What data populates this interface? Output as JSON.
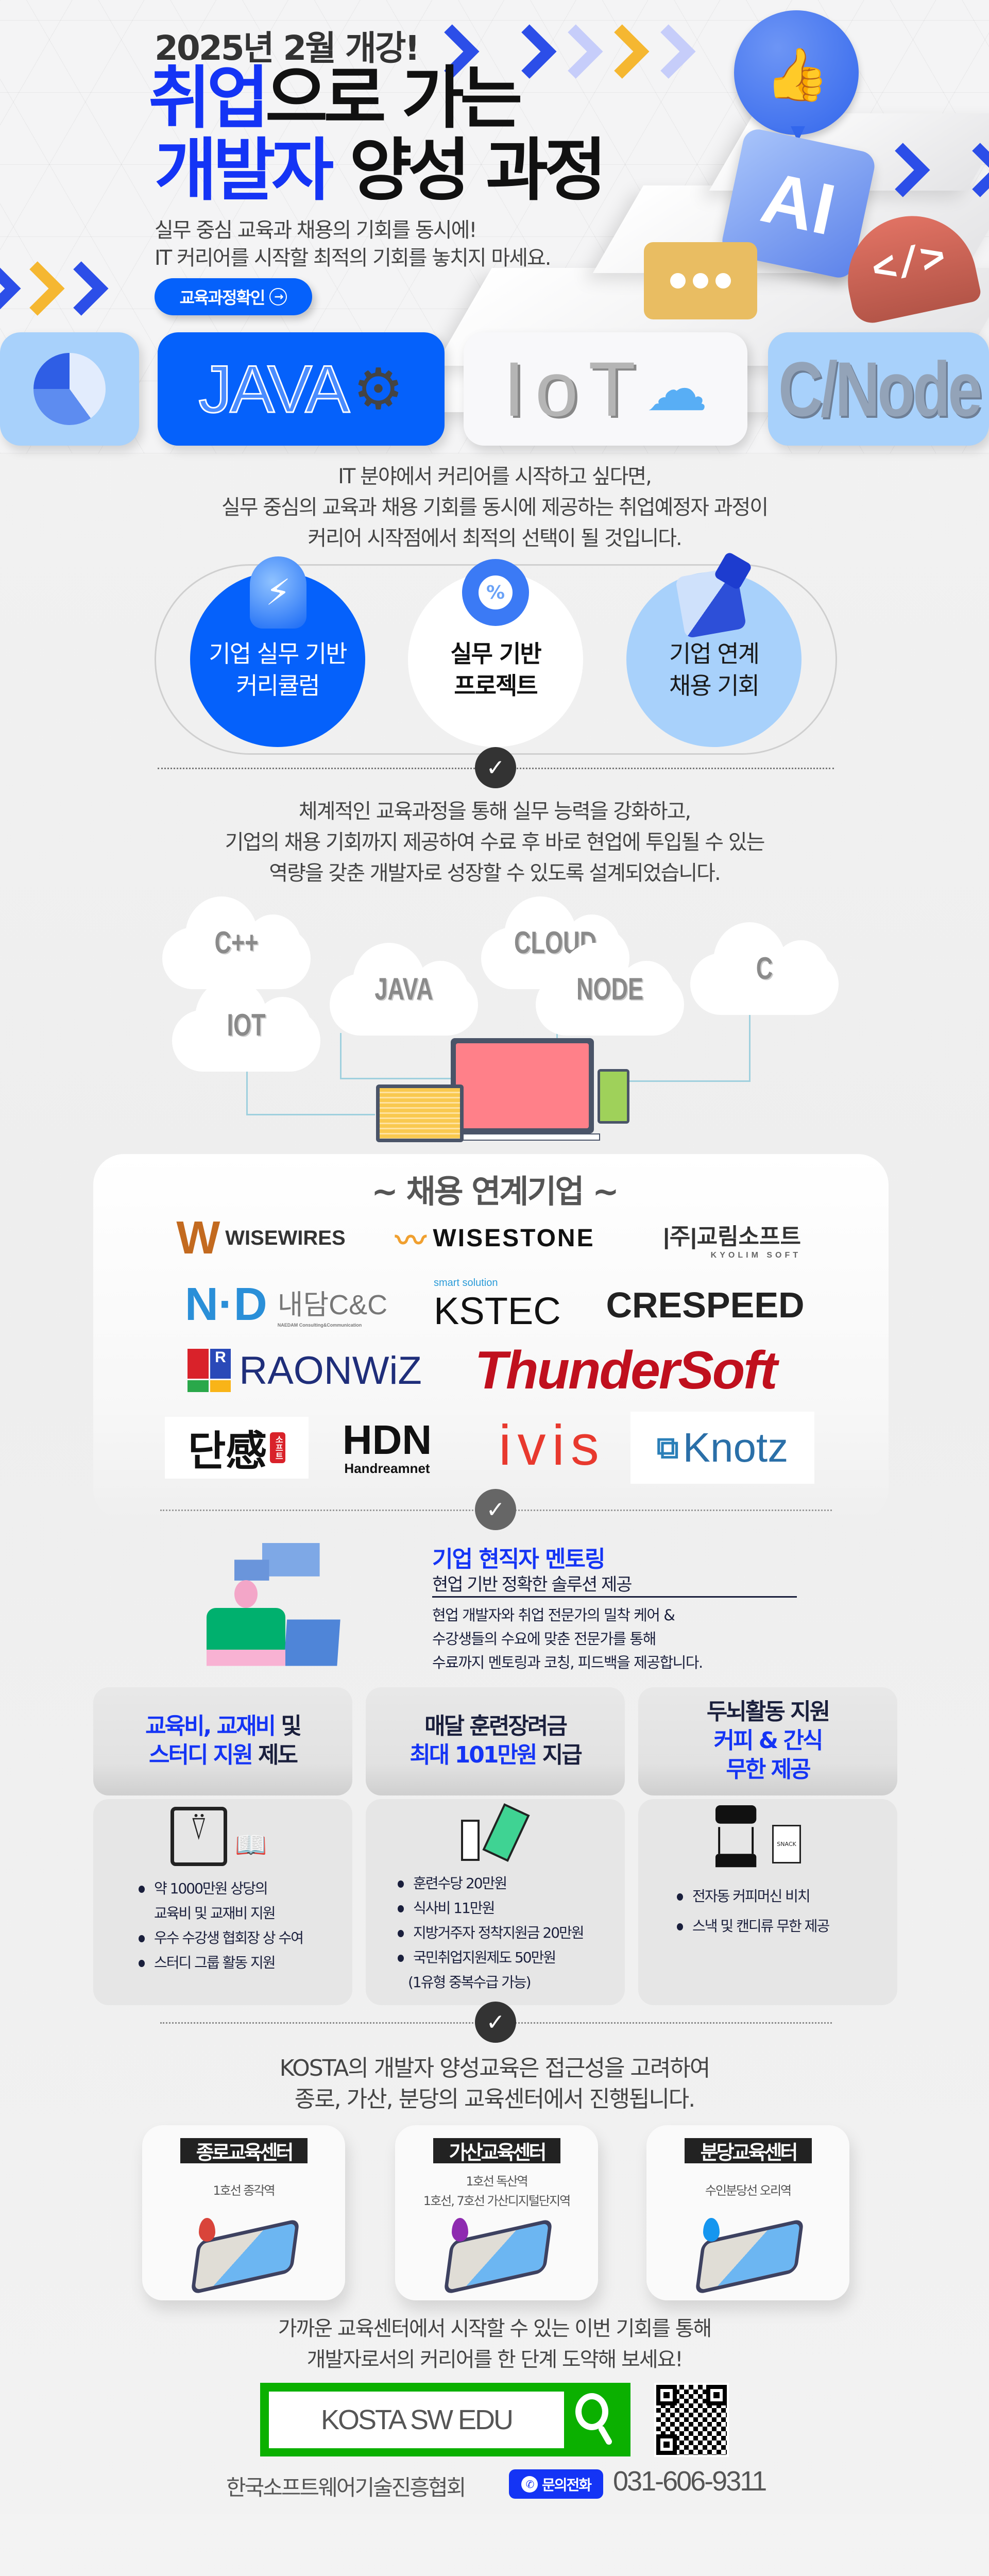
{
  "hero": {
    "date_label": "2025년 2월 개강!",
    "title_line1_highlight": "취업",
    "title_line1_rest": "으로 가는",
    "title_line2_highlight": "개발자",
    "title_line2_rest": " 양성 과정",
    "subtitle": [
      "실무 중심 교육과 채용의 기회를 동시에!",
      "IT 커리어를 시작할 최적의 기회를 놓치지 마세요."
    ],
    "cta_label": "교육과정확인",
    "cta_icon": "arrow-right-circle-icon",
    "ai_badge": "AI",
    "code_symbol": "</>",
    "colors": {
      "blue": "#0561fb",
      "accent": "#1434f5",
      "yellow": "#f5b731",
      "light_blue": "#a8d1fb",
      "code_red": "#e07263",
      "chat_yellow": "#e9bd62"
    }
  },
  "tech_cards": [
    {
      "label": "",
      "icon": "pie-chart-icon"
    },
    {
      "label": "JAVA",
      "icon": "gear-bulb-icon"
    },
    {
      "label": "IoT",
      "icon": "cloud-icon"
    },
    {
      "label": "C/Node",
      "icon": ""
    }
  ],
  "intro": {
    "lines": [
      "IT 분야에서 커리어를 시작하고 싶다면,",
      "실무 중심의 교육과 채용 기회를 동시에 제공하는 취업예정자 과정이",
      "커리어 시작점에서 최적의 선택이 될 것입니다."
    ],
    "features": [
      {
        "line1": "기업 실무 기반",
        "line2": "커리큘럼",
        "icon": "lightbulb-icon"
      },
      {
        "line1": "실무 기반",
        "line2": "프로젝트",
        "icon": "percent-donut-icon"
      },
      {
        "line1": "기업 연계",
        "line2": "채용 기회",
        "icon": "puzzle-icon"
      }
    ]
  },
  "goal": {
    "lines": [
      "체계적인 교육과정을 통해 실무 능력을 강화하고,",
      "기업의 채용 기회까지 제공하여 수료 후 바로 현업에 투입될 수 있는",
      "역량을 갖춘 개발자로 성장할 수 있도록 설계되었습니다."
    ]
  },
  "clouds": [
    "C++",
    "CLOUD",
    "JAVA",
    "NODE",
    "C",
    "IOT"
  ],
  "partners": {
    "title": "~ 채용 연계기업 ~",
    "logos": {
      "wisewires": "WISEWIRES",
      "wisestone": "WISESTONE",
      "kyolim": "|주|교림소프트",
      "kyolim_en": "KYOLIM SOFT",
      "nd": "N·D",
      "naedam": "내담C&C",
      "naedam_en": "NAEDAM Consulting&Communication",
      "kstec_tag": "smart solution",
      "kstec": "KSTEC",
      "crespeed": "CRESPEED",
      "raonwiz_r": "R",
      "raonwiz": "RAONWiZ",
      "thundersoft": "ThunderSoft",
      "dangam": "단感",
      "dangam_sub": "소프트",
      "hdn": "HDN",
      "hdn_sub": "Handreamnet",
      "ivis": "ivis",
      "knotz": "Knotz"
    }
  },
  "mentoring": {
    "title": "기업 현직자 멘토링",
    "subtitle": "현업 기반 정확한 솔루션 제공",
    "body": [
      "현업 개발자와 취업 전문가의 밀착 케어 &",
      "수강생들의 수요에 맞춘 전문가를 통해",
      "수료까지 멘토링과 코칭, 피드백을 제공합니다."
    ]
  },
  "benefits": [
    {
      "title": [
        [
          {
            "t": "교육비, 교재비",
            "hl": true
          },
          {
            "t": " 및",
            "hl": false
          }
        ],
        [
          {
            "t": "스터디 지원",
            "hl": true
          },
          {
            "t": " 제도",
            "hl": false
          }
        ]
      ],
      "icon": "classroom-presentation-icon",
      "bullets": [
        [
          "약 1000만원 상당의",
          "교육비 및 교재비 지원"
        ],
        [
          "우수 수강생 협회장 상 수여"
        ],
        [
          "스터디 그룹 활동 지원"
        ]
      ]
    },
    {
      "title": [
        [
          {
            "t": "매달 훈련장려금",
            "hl": false
          }
        ],
        [
          {
            "t": "최대 101만원",
            "hl": true
          },
          {
            "t": " 지급",
            "hl": false
          }
        ]
      ],
      "icon": "hand-money-icon",
      "bullets": [
        [
          "훈련수당 20만원"
        ],
        [
          "식사비 11만원"
        ],
        [
          "지방거주자 정착지원금 20만원"
        ],
        [
          "국민취업지원제도 50만원",
          "(1유형 중복수급 가능)"
        ]
      ]
    },
    {
      "title": [
        [
          {
            "t": "두뇌활동 지원",
            "hl": false
          }
        ],
        [
          {
            "t": "커피 & 간식",
            "hl": true
          }
        ],
        [
          {
            "t": "무한 제공",
            "hl": true
          }
        ]
      ],
      "icon": "coffee-machine-snack-icon",
      "snack_label": "SNACK",
      "bullets": [
        [
          "전자동 커피머신 비치"
        ],
        [
          "스낵 및 캔디류 무한 제공"
        ]
      ]
    }
  ],
  "centers": {
    "lines": [
      "KOSTA의 개발자 양성교육은 접근성을 고려하여",
      "종로, 가산, 분당의 교육센터에서 진행됩니다."
    ],
    "items": [
      {
        "name": "종로교육센터",
        "stations": [
          "1호선 종각역"
        ],
        "pin_color": "#d9443a"
      },
      {
        "name": "가산교육센터",
        "stations": [
          "1호선 독산역",
          "1호선, 7호선 가산디지털단지역"
        ],
        "pin_color": "#8e2bb0"
      },
      {
        "name": "분당교육센터",
        "stations": [
          "수인분당선 오리역"
        ],
        "pin_color": "#1596ef"
      }
    ]
  },
  "closing": {
    "lines": [
      "가까운 교육센터에서 시작할 수 있는 이번 기회를 통해",
      "개발자로서의 커리어를 한 단계 도약해 보세요!"
    ],
    "search_text": "KOSTA SW EDU",
    "search_color": "#0bb000",
    "org_name": "한국소프트웨어기술진흥협회",
    "contact_label": "문의전화",
    "phone": "031-606-9311"
  }
}
